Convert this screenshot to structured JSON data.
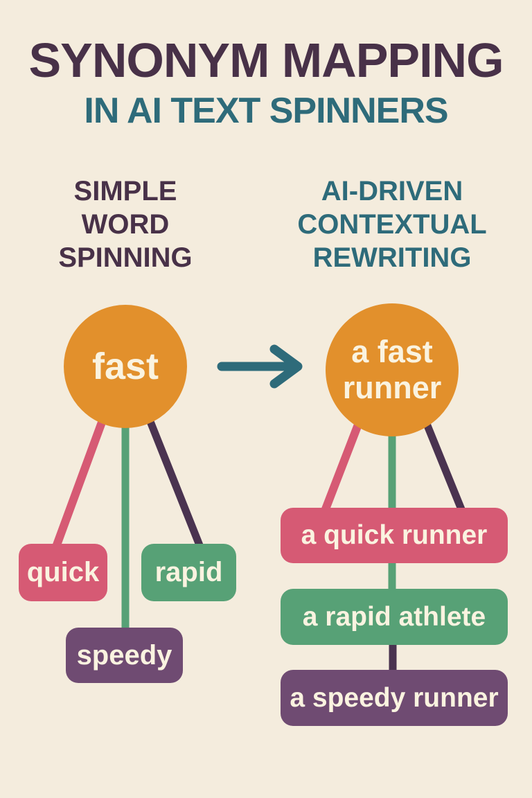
{
  "palette": {
    "background": "#f4ecdd",
    "title_primary": "#483148",
    "title_secondary": "#2e6b7a",
    "accent_orange": "#e2902c",
    "accent_pink": "#d65a74",
    "accent_green": "#57a176",
    "accent_purple": "#6f4b72",
    "accent_dark_purple": "#4a3350",
    "arrow": "#2e6b7a",
    "node_text": "#faf3e0"
  },
  "title": {
    "line1": "SYNONYM MAPPING",
    "line2": "IN AI TEXT SPINNERS"
  },
  "left_panel": {
    "header_lines": [
      "SIMPLE",
      "WORD",
      "SPINNING"
    ],
    "root_label": "fast",
    "children": [
      {
        "label": "quick",
        "color": "#d65a74"
      },
      {
        "label": "rapid",
        "color": "#57a176"
      },
      {
        "label": "speedy",
        "color": "#6f4b72"
      }
    ]
  },
  "right_panel": {
    "header_lines": [
      "AI-DRIVEN",
      "CONTEXTUAL",
      "REWRITING"
    ],
    "root_label": "a fast runner",
    "children": [
      {
        "label": "a quick runner",
        "color": "#d65a74"
      },
      {
        "label": "a rapid athlete",
        "color": "#57a176"
      },
      {
        "label": "a speedy runner",
        "color": "#6f4b72"
      }
    ]
  }
}
